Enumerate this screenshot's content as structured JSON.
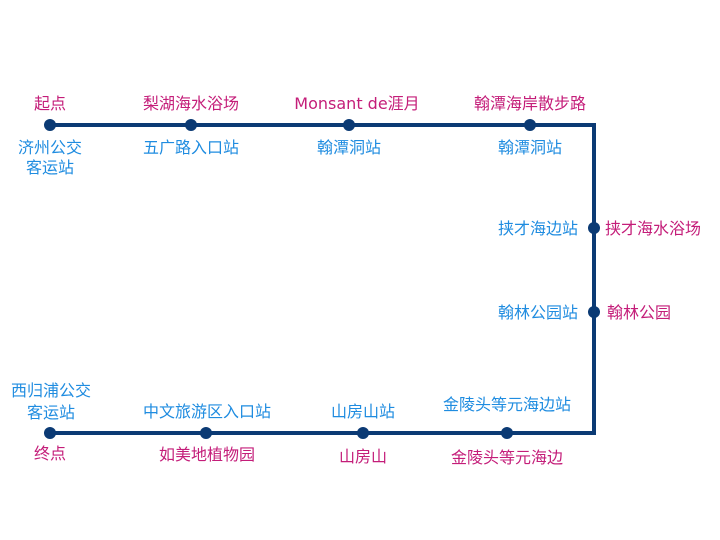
{
  "route": {
    "line_color": "#0b3a74",
    "stop_label_color": "#1f8ce0",
    "poi_label_color": "#c41d79",
    "stops": [
      {
        "id": "s1",
        "stop": [
          "济州公交",
          "客运站"
        ],
        "poi": [
          "起点"
        ]
      },
      {
        "id": "s2",
        "stop": [
          "五广路入口站"
        ],
        "poi": [
          "梨湖海水浴场"
        ]
      },
      {
        "id": "s3",
        "stop": [
          "翰潭洞站"
        ],
        "poi": [
          "Monsant de涯月"
        ]
      },
      {
        "id": "s4",
        "stop": [
          "翰潭洞站"
        ],
        "poi": [
          "翰潭海岸散步路"
        ]
      },
      {
        "id": "s5",
        "stop": [
          "挟才海边站"
        ],
        "poi": [
          "挟才海水浴场"
        ]
      },
      {
        "id": "s6",
        "stop": [
          "翰林公园站"
        ],
        "poi": [
          "翰林公园"
        ]
      },
      {
        "id": "s7",
        "stop": [
          "金陵头等元海边站"
        ],
        "poi": [
          "金陵头等元海边"
        ]
      },
      {
        "id": "s8",
        "stop": [
          "山房山站"
        ],
        "poi": [
          "山房山"
        ]
      },
      {
        "id": "s9",
        "stop": [
          "中文旅游区入口站"
        ],
        "poi": [
          "如美地植物园"
        ]
      },
      {
        "id": "s10",
        "stop": [
          "西归浦公交",
          "客运站"
        ],
        "poi": [
          "终点"
        ]
      }
    ]
  }
}
